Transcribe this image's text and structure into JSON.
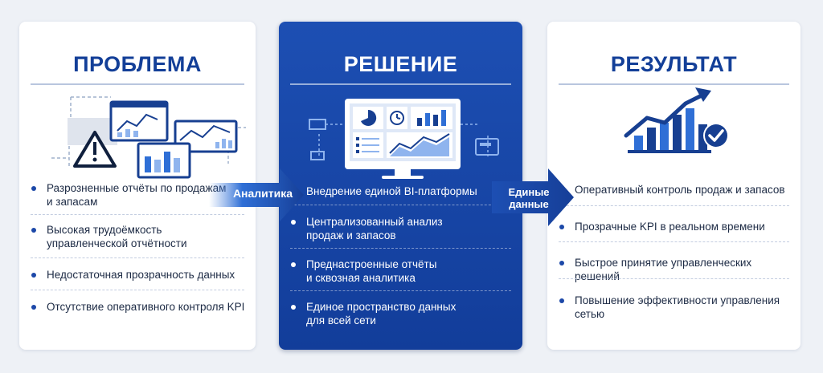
{
  "problem": {
    "title": "ПРОБЛЕМА",
    "items": [
      {
        "line1": "Разрозненные отчёты по продажам",
        "line2": "и запасам"
      },
      {
        "line1": "Высокая трудоёмкость",
        "line2": "управленческой отчётности"
      },
      {
        "line1": "Недостаточная прозрачность данных",
        "line2": ""
      },
      {
        "line1": "Отсутствие оперативного контроля KPI",
        "line2": ""
      }
    ]
  },
  "solution": {
    "title": "РЕШЕНИЕ",
    "items": [
      {
        "line1": "Внедрение единой BI-платформы",
        "line2": ""
      },
      {
        "line1": "Централизованный анализ",
        "line2": "продаж и запасов"
      },
      {
        "line1": "Преднастроенные отчёты",
        "line2": "и сквозная аналитика"
      },
      {
        "line1": "Единое пространство данных",
        "line2": "для всей сети"
      }
    ]
  },
  "result": {
    "title": "РЕЗУЛЬТАТ",
    "items": [
      {
        "line1": "Оперативный контроль продаж и запасов",
        "line2": ""
      },
      {
        "line1": "Прозрачные KPI в реальном времени",
        "line2": ""
      },
      {
        "line1": "Быстрое принятие управленческих решений",
        "line2": ""
      },
      {
        "line1": "Повышение эффективности управления сетью",
        "line2": ""
      }
    ]
  },
  "arrows": {
    "first": {
      "label": "Аналитика"
    },
    "second": {
      "line1": "Единые",
      "line2": "данные"
    }
  },
  "colors": {
    "brand_blue": "#133f98",
    "panel_blue": "#1a4aad",
    "accent_blue": "#2f6fd6",
    "light_blue": "#8fb4ee",
    "card_bg": "#ffffff",
    "page_bg": "#eef1f6"
  },
  "icons": {
    "problem": "warning-dashboard-icon",
    "solution": "bi-monitor-icon",
    "result": "growth-chart-check-icon"
  }
}
